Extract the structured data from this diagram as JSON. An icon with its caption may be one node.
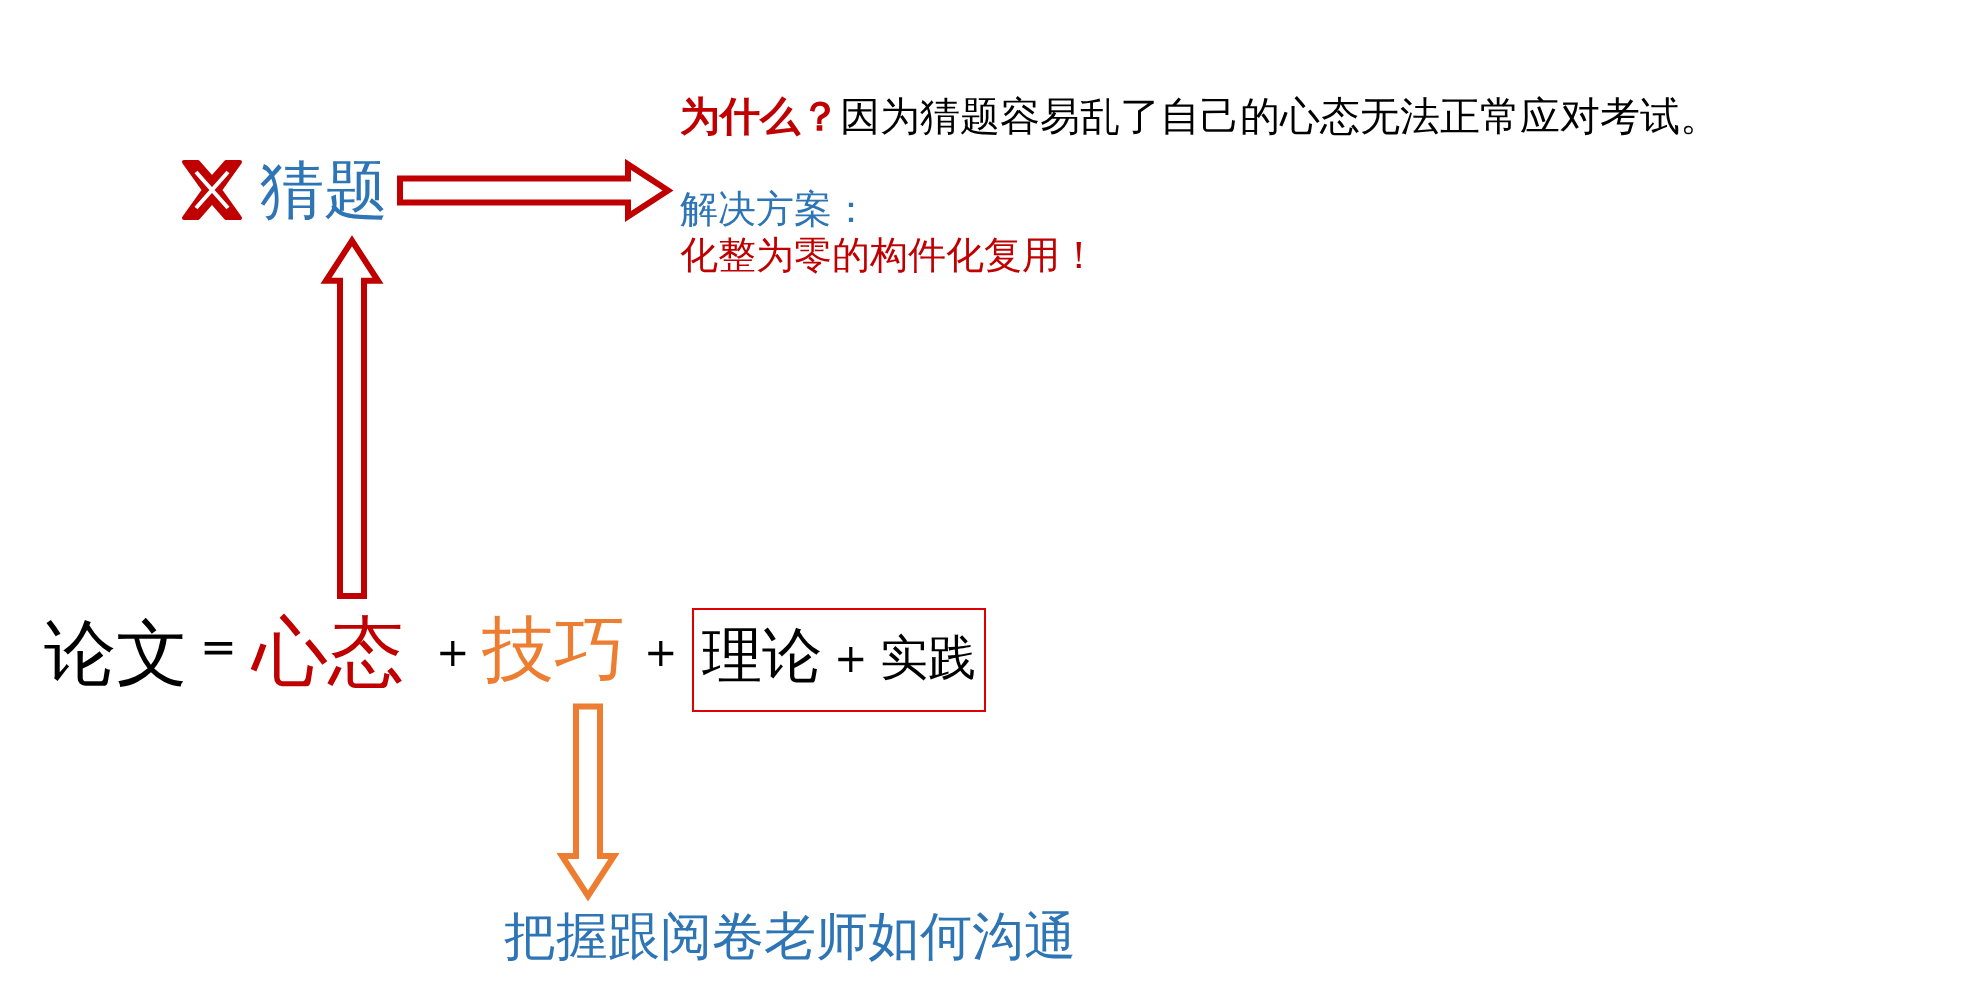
{
  "diagram": {
    "nodes": [
      {
        "text": [
          "猜题"
        ]
      },
      {
        "text": [
          "**为什么？**因为猜题容易乱了自己的心态无法正常应对考试。",
          "解决方案：",
          "化整为零的构件化复用！"
        ]
      },
      {
        "text": [
          "心态"
        ]
      },
      {
        "text": [
          "技巧"
        ]
      },
      {
        "text": [
          "理论",
          "+",
          "实践"
        ]
      },
      {
        "text": [
          "把握跟阅卷老师如何沟通"
        ]
      }
    ],
    "edges": [
      {
        "from": 2,
        "to": 0,
        "arrow": "to"
      },
      {
        "from": 0,
        "to": 1,
        "arrow": "to"
      },
      {
        "from": 3,
        "to": 5,
        "arrow": "to",
        "color": "#ed7d31"
      }
    ],
    "labels": [
      "论文",
      "=",
      "+",
      "+"
    ]
  }
}
